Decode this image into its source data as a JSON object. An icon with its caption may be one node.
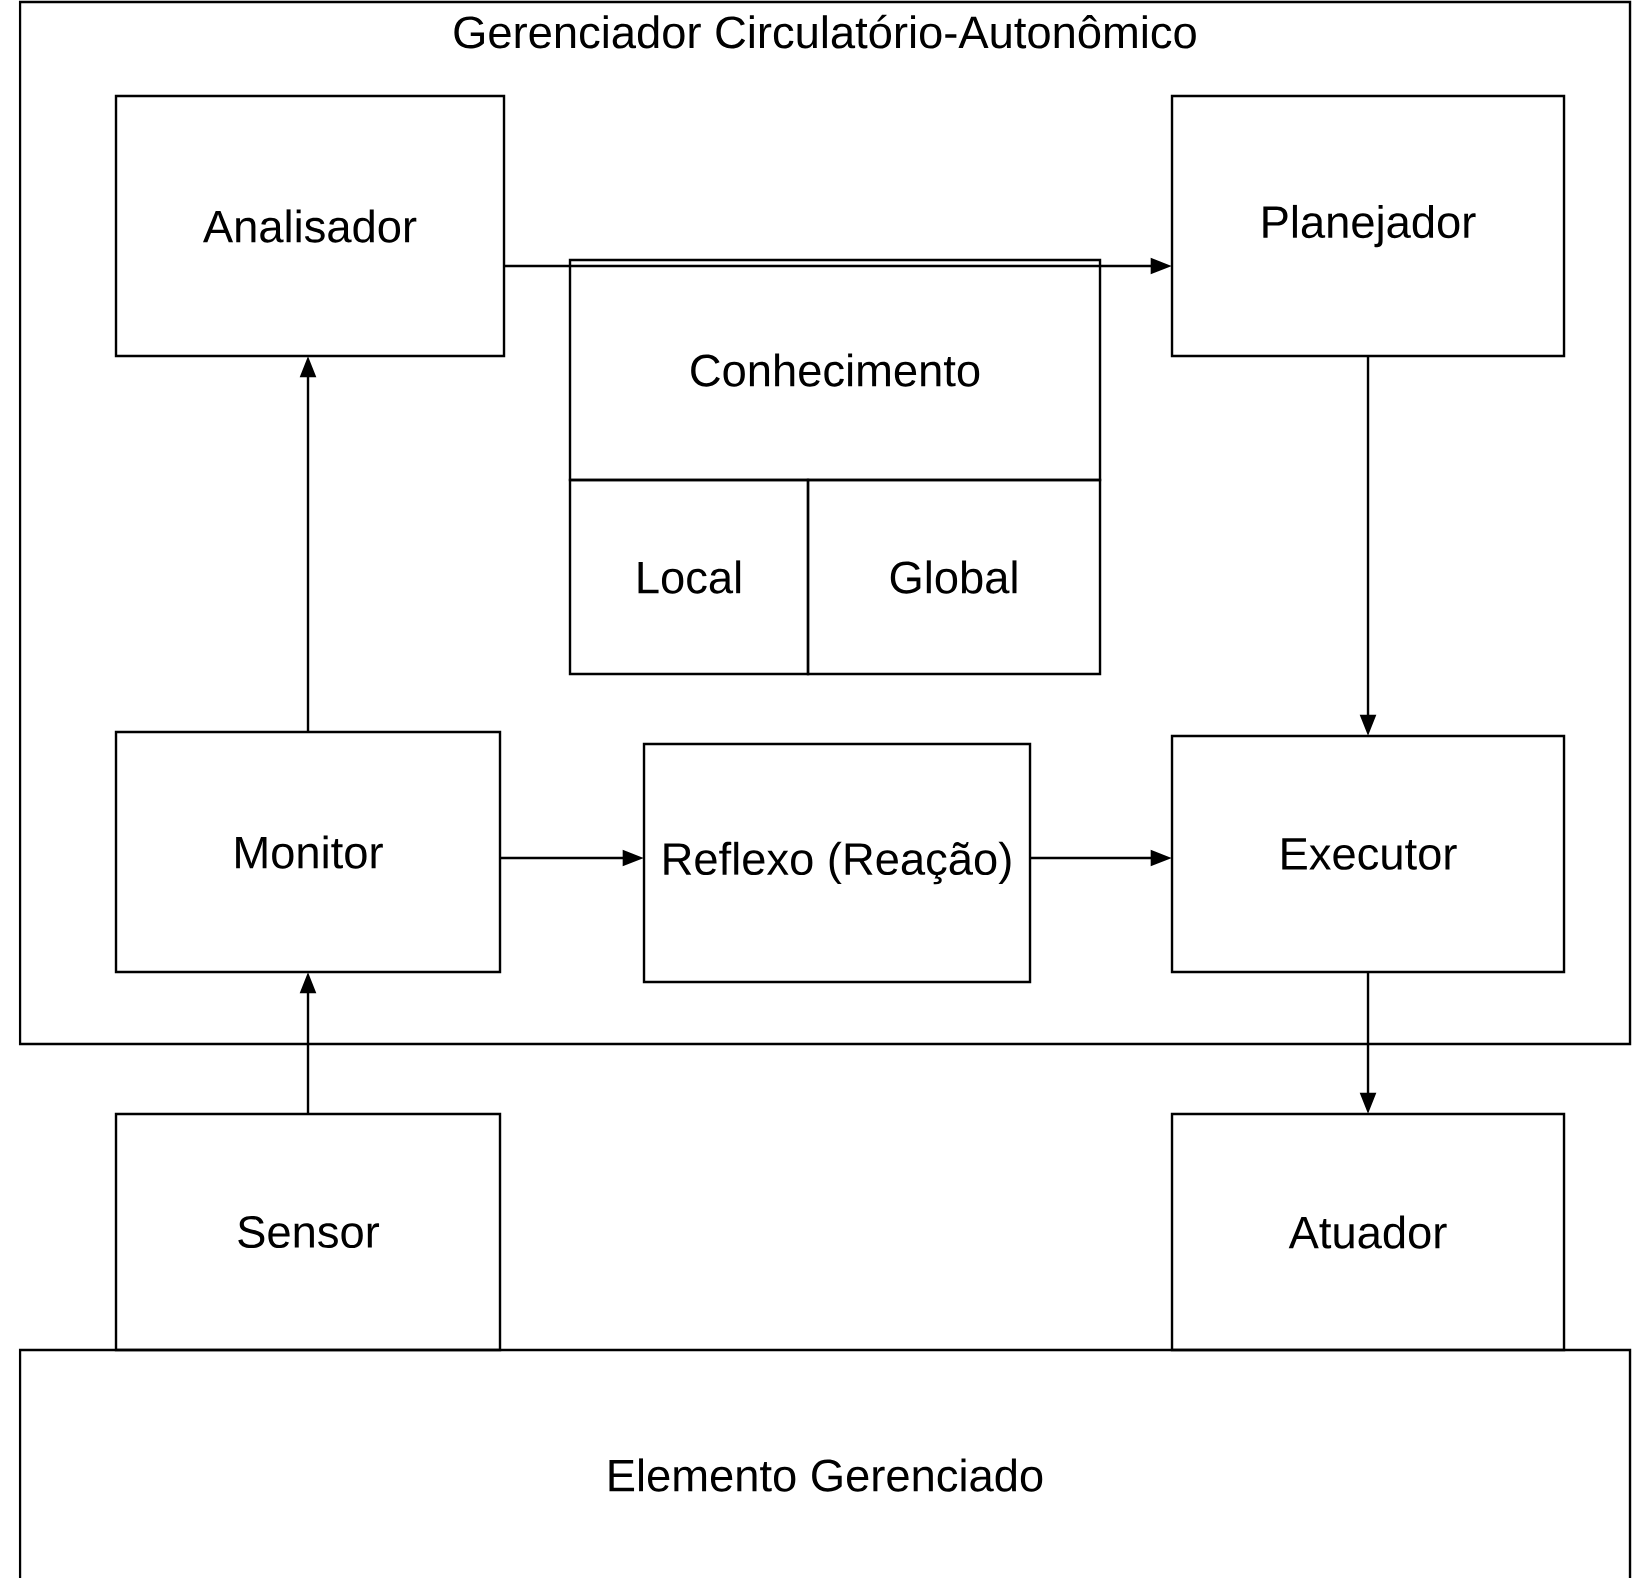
{
  "diagram": {
    "nodes": [
      {
        "text": [
          "Gerenciador Circulatório-Autonômico"
        ]
      },
      {
        "text": [
          "Analisador"
        ],
        "in": 0
      },
      {
        "text": [
          "Planejador"
        ],
        "in": 0
      },
      {
        "text": [
          "Conhecimento"
        ],
        "in": 0
      },
      {
        "text": [
          "Local"
        ],
        "in": 0
      },
      {
        "text": [
          "Global"
        ],
        "in": 0
      },
      {
        "text": [
          "Monitor"
        ],
        "in": 0
      },
      {
        "text": [
          "Reflexo (Reação)"
        ],
        "in": 0
      },
      {
        "text": [
          "Executor"
        ],
        "in": 0
      },
      {
        "text": [
          "Sensor"
        ]
      },
      {
        "text": [
          "Atuador"
        ]
      },
      {
        "text": [
          "Elemento Gerenciado"
        ]
      }
    ],
    "edges": [
      {
        "from": 1,
        "to": 2,
        "arrow": "to"
      },
      {
        "from": 6,
        "to": 1,
        "arrow": "to"
      },
      {
        "from": 2,
        "to": 8,
        "arrow": "to"
      },
      {
        "from": 6,
        "to": 7,
        "arrow": "to"
      },
      {
        "from": 7,
        "to": 8,
        "arrow": "to"
      },
      {
        "from": 9,
        "to": 6,
        "arrow": "to"
      },
      {
        "from": 8,
        "to": 10,
        "arrow": "to"
      }
    ]
  }
}
